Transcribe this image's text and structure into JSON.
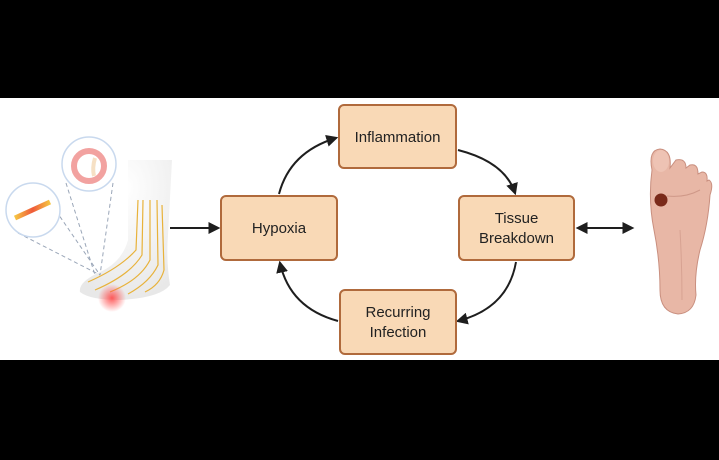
{
  "diagram": {
    "nodes": {
      "inflammation": "Inflammation",
      "hypoxia": "Hypoxia",
      "tissue": [
        "Tissue",
        "Breakdown"
      ],
      "infection": [
        "Recurring",
        "Infection"
      ]
    },
    "colors": {
      "box_fill": "#f9d9b6",
      "box_border": "#b06a3c",
      "arrow": "#1e1e1e"
    }
  }
}
